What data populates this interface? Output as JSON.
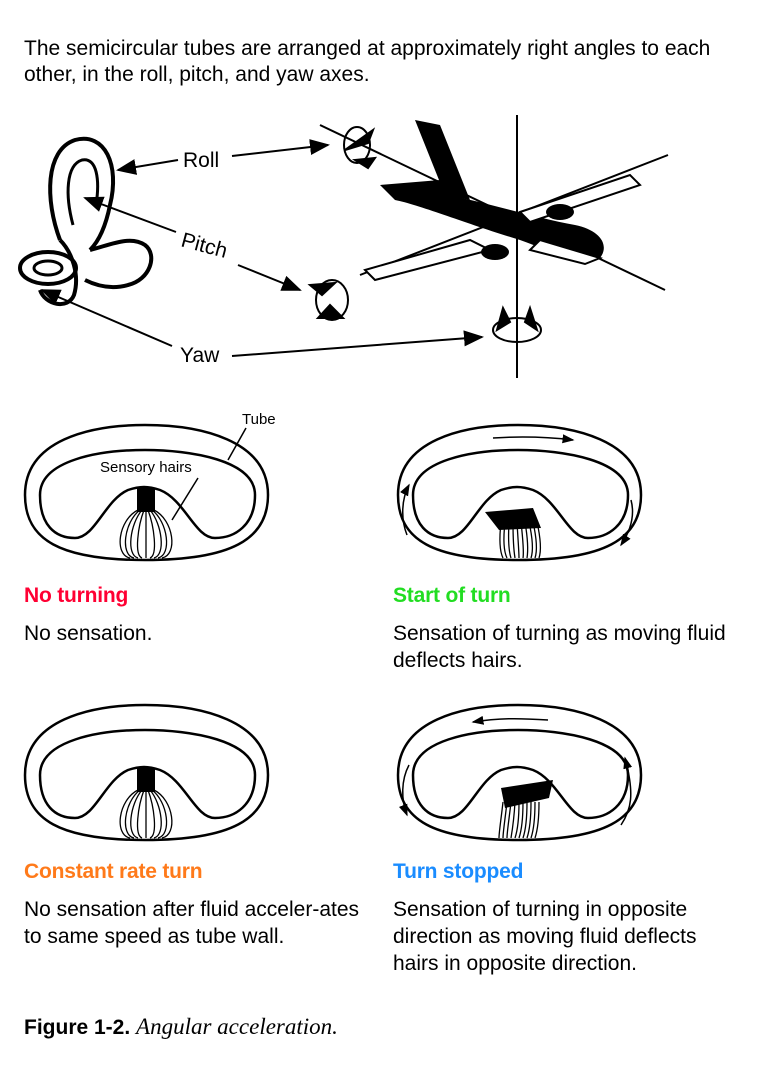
{
  "intro_text": "The semicircular tubes are arranged at approximately right angles to each other, in the roll, pitch, and yaw axes.",
  "axis_labels": {
    "roll": "Roll",
    "pitch": "Pitch",
    "yaw": "Yaw"
  },
  "tube_labels": {
    "tube": "Tube",
    "sensory_hairs": "Sensory hairs"
  },
  "panels": [
    {
      "heading": "No turning",
      "heading_color": "#ff0033",
      "description": "No sensation."
    },
    {
      "heading": "Start of turn",
      "heading_color": "#22dd22",
      "description": "Sensation of turning as moving fluid deflects hairs."
    },
    {
      "heading": "Constant rate turn",
      "heading_color": "#ff7a1a",
      "description": "No sensation after fluid acceler-ates to same speed as tube wall."
    },
    {
      "heading": "Turn stopped",
      "heading_color": "#1a8cff",
      "description": "Sensation of turning in opposite direction as moving fluid deflects hairs in opposite direction."
    }
  ],
  "caption": {
    "figure": "Figure 1-2.",
    "title": "Angular acceleration."
  }
}
